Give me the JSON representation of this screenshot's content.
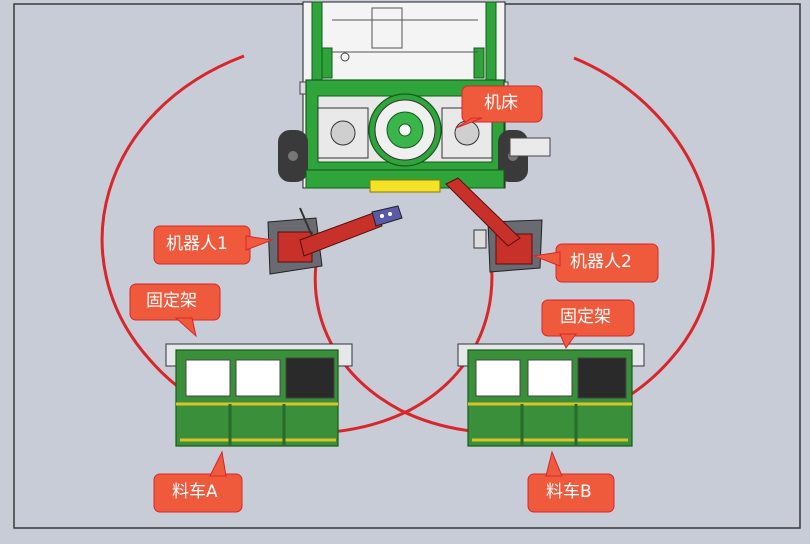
{
  "labels": {
    "machine_tool": "机床",
    "robot_1": "机器人1",
    "robot_2": "机器人2",
    "fixed_rack_left": "固定架",
    "fixed_rack_right": "固定架",
    "cart_a": "料车A",
    "cart_b": "料车B"
  },
  "colors": {
    "background": "#c7ccd6",
    "callout_fill": "#f05a3c",
    "reach_arc": "#d8262a",
    "frame_green": "#1f8f2a",
    "robot_red": "#c8302a",
    "machine_yellow": "#f3e227"
  }
}
